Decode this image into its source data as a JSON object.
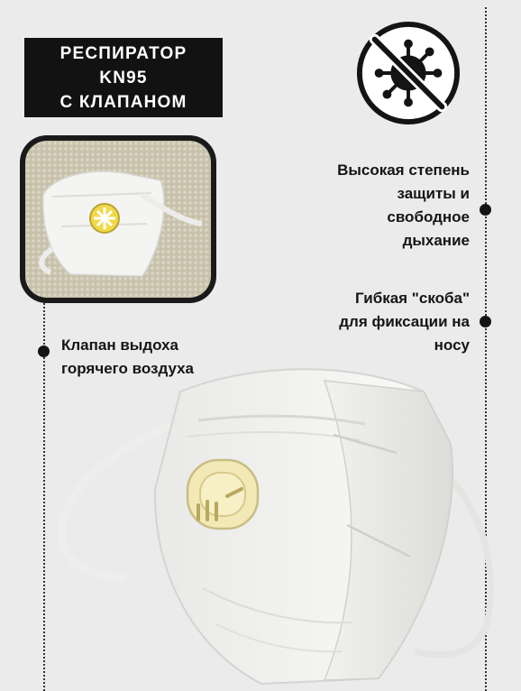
{
  "title": {
    "lines": [
      "РЕСПИРАТОР",
      "KN95",
      "С КЛАПАНОМ"
    ]
  },
  "badge": {
    "icon": "no-virus-icon"
  },
  "features": {
    "protection": {
      "lines": [
        "Высокая степень",
        "защиты и",
        "свободное",
        "дыхание"
      ]
    },
    "nose_clip": {
      "lines": [
        "Гибкая \"скоба\"",
        "для фиксации на",
        "носу"
      ]
    },
    "valve": {
      "lines": [
        "Клапан выдоха",
        "горячего воздуха"
      ]
    }
  },
  "colors": {
    "title_bg": "#121212",
    "title_text": "#ffffff",
    "background": "#ebebeb",
    "valve": "#f3e9b6"
  }
}
